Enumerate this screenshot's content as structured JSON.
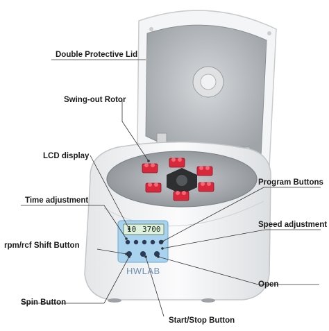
{
  "labels": {
    "lid": "Double Protective Lid",
    "rotor": "Swing-out Rotor",
    "lcd": "LCD display",
    "program": "Program Buttons",
    "time": "Time adjustment",
    "speed": "Speed adjustment",
    "shift": "rpm/rcf Shift Button",
    "open": "Open",
    "spin": "Spin Button",
    "startstop": "Start/Stop Button"
  },
  "device": {
    "brand": "HWLAB",
    "lcd_time": "10",
    "lcd_speed": "3700"
  },
  "colors": {
    "body": "#f2f3f4",
    "lid_inner": "#b8bcc0",
    "panel": "#a9d2ee",
    "tube": "#d8283c",
    "leader": "#333333"
  }
}
